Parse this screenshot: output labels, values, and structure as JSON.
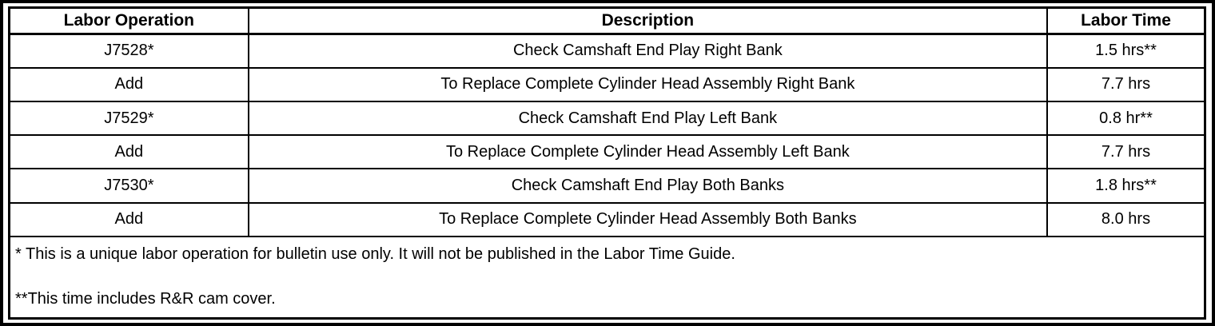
{
  "table": {
    "columns": [
      {
        "label": "Labor Operation"
      },
      {
        "label": "Description"
      },
      {
        "label": "Labor Time"
      }
    ],
    "rows": [
      {
        "operation": "J7528*",
        "description": "Check Camshaft End Play Right Bank",
        "time": "1.5 hrs**"
      },
      {
        "operation": "Add",
        "description": "To Replace Complete Cylinder Head Assembly Right Bank",
        "time": "7.7 hrs"
      },
      {
        "operation": "J7529*",
        "description": "Check Camshaft End Play Left Bank",
        "time": "0.8 hr**"
      },
      {
        "operation": "Add",
        "description": "To Replace Complete Cylinder Head Assembly Left Bank",
        "time": "7.7 hrs"
      },
      {
        "operation": "J7530*",
        "description": "Check Camshaft End Play Both Banks",
        "time": "1.8 hrs**"
      },
      {
        "operation": "Add",
        "description": "To Replace Complete Cylinder Head Assembly Both Banks",
        "time": "8.0 hrs"
      }
    ],
    "footnotes": [
      "* This is a unique labor operation for bulletin use only. It will not be published in the Labor Time Guide.",
      "**This time includes R&R cam cover."
    ]
  },
  "colors": {
    "border": "#000000",
    "background": "#ffffff",
    "text": "#000000"
  }
}
